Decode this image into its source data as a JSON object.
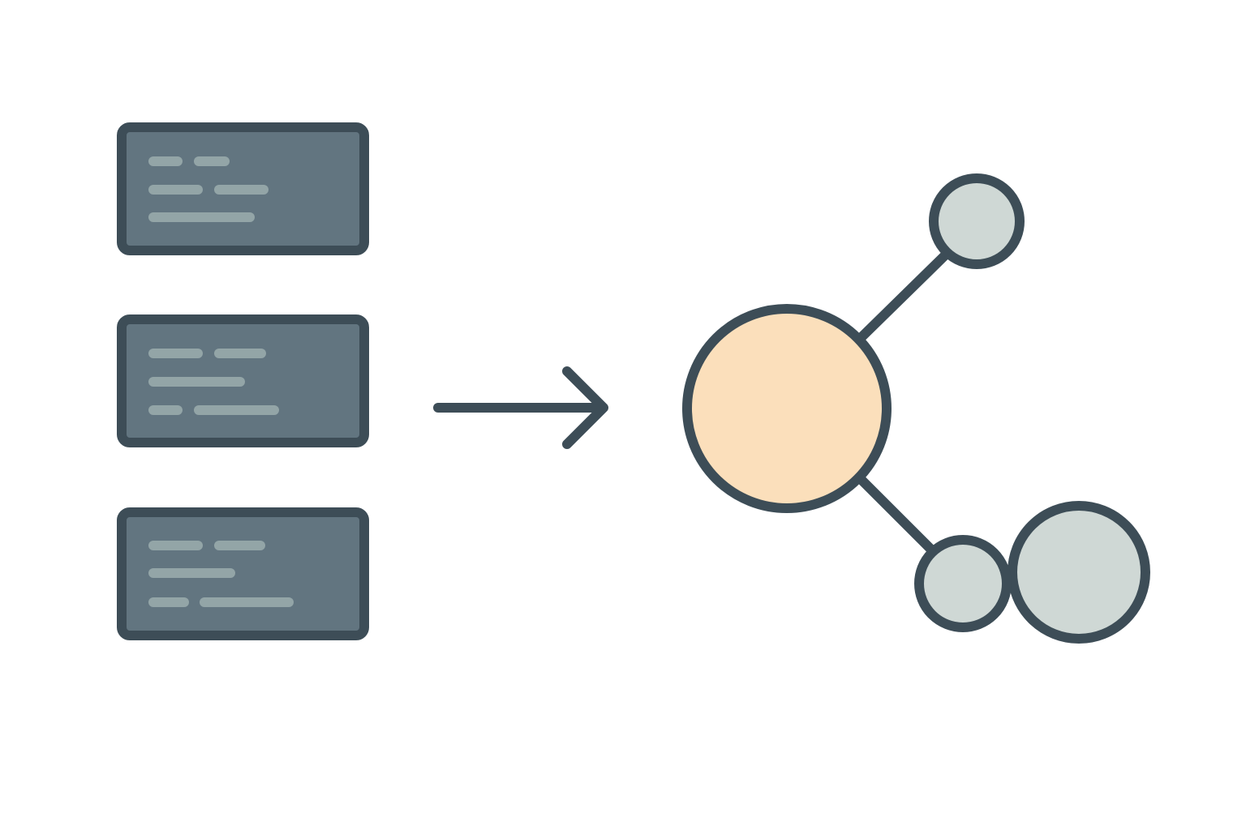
{
  "colors": {
    "background": "#ffffff",
    "outline": "#3d4d57",
    "card_fill": "#627580",
    "card_line": "#93a5a7",
    "central_node_fill": "#fbdfbb",
    "leaf_node_fill": "#cfd8d5"
  },
  "icons": {
    "cards": [
      "code-card-icon",
      "code-card-icon",
      "code-card-icon"
    ],
    "arrow": "arrow-right-icon",
    "central_node": "central-node-icon",
    "leaf_nodes": [
      "leaf-node-icon",
      "leaf-node-icon",
      "leaf-node-icon"
    ]
  },
  "cards": [
    {
      "line_rows": [
        [
          1,
          1
        ],
        [
          2,
          2
        ],
        [
          4
        ]
      ]
    },
    {
      "line_rows": [
        [
          2,
          2
        ],
        [
          4
        ],
        [
          1,
          3
        ]
      ]
    },
    {
      "line_rows": [
        [
          2,
          2
        ],
        [
          3
        ],
        [
          1,
          4
        ]
      ]
    }
  ],
  "graph": {
    "central_node": "central",
    "leaf_nodes": [
      "top-right",
      "bottom-small",
      "bottom-large"
    ],
    "connections": [
      [
        "central",
        "top-right"
      ],
      [
        "central",
        "bottom-small"
      ]
    ]
  }
}
